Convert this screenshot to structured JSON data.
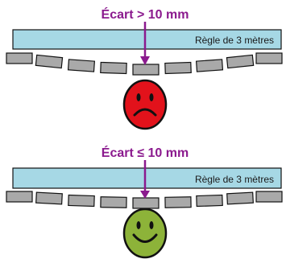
{
  "panels": [
    {
      "id": "top",
      "gap_label": "Écart > 10 mm",
      "ruler_label": "Règle de 3 mètres",
      "face": "sad",
      "face_color": "#e2121b"
    },
    {
      "id": "bottom",
      "gap_label": "Écart ≤ 10 mm",
      "ruler_label": "Règle de 3 mètres",
      "face": "happy",
      "face_color": "#8db339"
    }
  ],
  "colors": {
    "label": "#8b1a8e",
    "arrow": "#8b1a8e",
    "ruler_fill": "#a6d8e5",
    "ruler_stroke": "#111111",
    "tile_fill": "#a9a9a9",
    "tile_stroke": "#111111",
    "face_stroke": "#111111",
    "face_features": "#111111"
  },
  "icons": {
    "sad_face": "frowning-face-icon",
    "happy_face": "smiling-face-icon"
  }
}
